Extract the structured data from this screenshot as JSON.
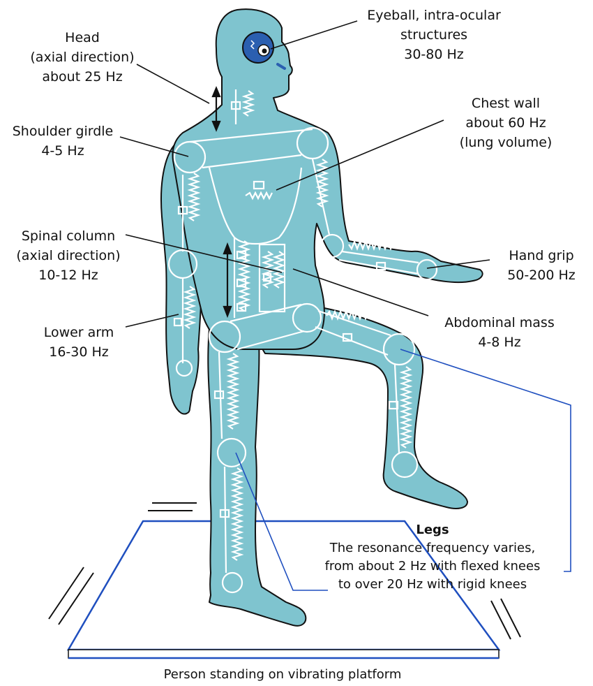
{
  "labels": {
    "head": [
      "Head",
      "(axial direction)",
      "about 25 Hz"
    ],
    "eyeball": [
      "Eyeball, intra-ocular",
      "structures",
      "30-80 Hz"
    ],
    "chest": [
      "Chest wall",
      "about 60 Hz",
      "(lung volume)"
    ],
    "shoulder": [
      "Shoulder girdle",
      "4-5 Hz"
    ],
    "spine": [
      "Spinal column",
      "(axial direction)",
      "10-12 Hz"
    ],
    "hand": [
      "Hand grip",
      "50-200 Hz"
    ],
    "abdomen": [
      "Abdominal mass",
      "4-8 Hz"
    ],
    "lower_arm": [
      "Lower arm",
      "16-30 Hz"
    ],
    "legs": {
      "title": "Legs",
      "lines": [
        "The resonance frequency varies,",
        "from about 2 Hz with flexed knees",
        "to over 20 Hz with rigid knees"
      ]
    },
    "caption": "Person standing on vibrating platform"
  },
  "colors": {
    "body_fill": "#7fc4cf",
    "outline": "#111111",
    "model_line": "#ffffff",
    "platform": "#1f4fbf",
    "legs_callout": "#1f4fbf",
    "eye_fill": "#2b5fb0"
  }
}
